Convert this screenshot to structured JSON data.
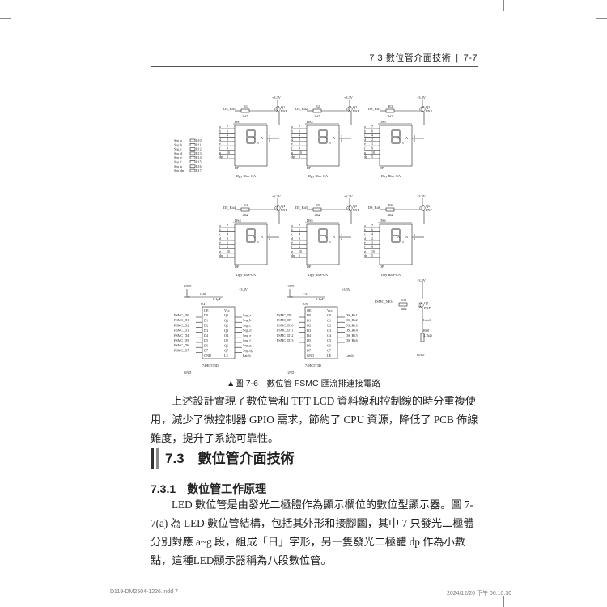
{
  "header": {
    "section": "7.3 數位管介面技術",
    "page": "7-7"
  },
  "schematic": {
    "digits": [
      {
        "ref": "DS1",
        "bit": "DS_Bit1",
        "res": "R1",
        "q": "Q1",
        "part": "Dpy Blue-CA"
      },
      {
        "ref": "DS2",
        "bit": "DS_Bit2",
        "res": "R2",
        "q": "Q2",
        "part": "Dpy Blue-CA"
      },
      {
        "ref": "DS3",
        "bit": "DS_Bit3",
        "res": "R3",
        "q": "Q3",
        "part": "Dpy Blue-CA"
      },
      {
        "ref": "DS4",
        "bit": "DS_Bit4",
        "res": "R4",
        "q": "Q4",
        "part": "Dpy Blue-CA"
      },
      {
        "ref": "DS5",
        "bit": "DS_Bit5",
        "res": "R5",
        "q": "Q5",
        "part": "Dpy Blue-CA"
      },
      {
        "ref": "DS6",
        "bit": "DS_Bit6",
        "res": "R6",
        "q": "Q6",
        "part": "Dpy Blue-CA"
      }
    ],
    "vcc": "+3.3V",
    "pnp": "PNP",
    "res_value": "1kΩ",
    "seg_inputs": [
      "Seg_a",
      "Seg_b",
      "Seg_c",
      "Seg_d",
      "Seg_e",
      "Seg_f",
      "Seg_g",
      "Seg_dp"
    ],
    "seg_res": [
      "R10",
      "R11",
      "R12",
      "R13",
      "R14",
      "R15",
      "R16",
      "R17"
    ],
    "latches": [
      {
        "ref": "U4",
        "cap": "C40",
        "part": "74HC573D",
        "inputs": [
          "FSMC_D0",
          "FSMC_D1",
          "FSMC_D2",
          "FSMC_D3",
          "FSMC_D4",
          "FSMC_D5",
          "FSMC_D6",
          "FSMC_D7"
        ],
        "outputs": [
          "Seg_a",
          "Seg_b",
          "Seg_c",
          "Seg_d",
          "Seg_e",
          "Seg_f",
          "Seg_g",
          "Seg_dp"
        ]
      },
      {
        "ref": "U5",
        "cap": "C41",
        "part": "74HC573D",
        "inputs": [
          "FSMC_D8",
          "FSMC_D9",
          "FSMC_D10",
          "FSMC_D11",
          "FSMC_D12",
          "FSMC_D13",
          "",
          ""
        ],
        "outputs": [
          "DS_Bit1",
          "DS_Bit2",
          "DS_Bit3",
          "DS_Bit4",
          "DS_Bit5",
          "DS_Bit6",
          "",
          ""
        ]
      }
    ],
    "cap_value": "0.1μF",
    "gnd": "GND",
    "latch_net": "Latch",
    "fsmc_ne": "FSMC_NE3",
    "r59": "R59",
    "q7": "Q7",
    "r60": "R60",
    "r60_value": "4.7kΩ"
  },
  "caption": "▲圖 7-6　數位管 FSMC 匯流排連接電路",
  "paragraph1": "上述設計實現了數位管和 TFT LCD 資料線和控制線的時分重複使用，減少了微控制器 GPIO 需求，節約了 CPU 資源，降低了 PCB 佈線難度，提升了系統可靠性。",
  "section": {
    "title": "7.3　數位管介面技術"
  },
  "subsection": {
    "title": "7.3.1　數位管工作原理"
  },
  "paragraph2": "LED 數位管是由發光二極體作為顯示欄位的數位型顯示器。圖 7-7(a) 為 LED 數位管結構，包括其外形和接腳圖，其中 7 只發光二極體分別對應 a~g 段，組成「日」字形，另一隻發光二極體 dp 作為小數點，這種LED顯示器稱為八段數位管。",
  "footer": {
    "left": "D119-DM2504-1226.indd   7",
    "right": "2024/12/26   下午 06:10:30"
  }
}
